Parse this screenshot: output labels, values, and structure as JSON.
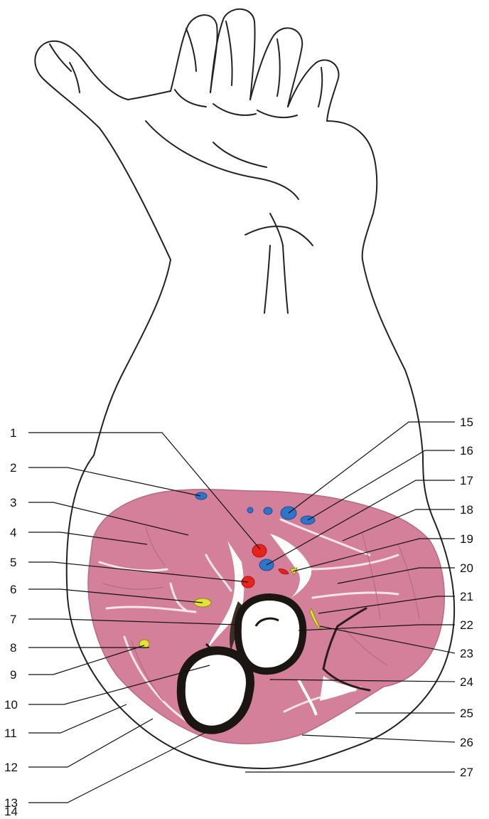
{
  "labels": {
    "left": [
      "1",
      "2",
      "3",
      "4",
      "5",
      "6",
      "7",
      "8",
      "9",
      "10",
      "11",
      "12",
      "13",
      "14"
    ],
    "right": [
      "15",
      "16",
      "17",
      "18",
      "19",
      "20",
      "21",
      "22",
      "23",
      "24",
      "25",
      "26",
      "27"
    ]
  },
  "colors": {
    "muscle": "#d4809a",
    "muscle_edge": "#b86a84",
    "artery": "#e8231d",
    "vein": "#2f74c8",
    "nerve": "#e4e23a",
    "bone": "#1b1611",
    "outline": "#222222"
  }
}
